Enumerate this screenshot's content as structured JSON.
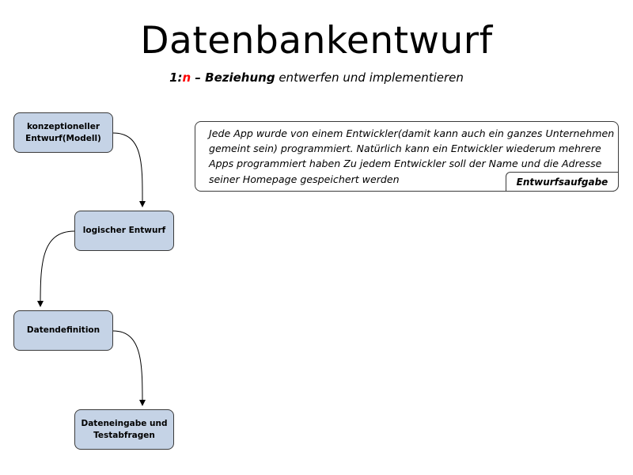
{
  "title": "Datenbankentwurf",
  "subtitle": {
    "prefix": "1:",
    "n": "n",
    "dash_term": " – Beziehung",
    "rest": " entwerfen und implementieren"
  },
  "flow": {
    "steps": [
      "konzeptioneller Entwurf(Modell)",
      "logischer Entwurf",
      "Datendefinition",
      "Dateneingabe und Testabfragen"
    ]
  },
  "task": {
    "text": "Jede App wurde von einem Entwickler(damit kann auch ein ganzes Unternehmen gemeint sein) programmiert. Natürlich kann ein Entwickler wiederum mehrere Apps programmiert haben Zu jedem Entwickler soll der Name und die Adresse seiner Homepage gespeichert werden",
    "label": "Entwurfsaufgabe"
  },
  "colors": {
    "box_fill": "#c5d3e6",
    "border": "#3b3b3b",
    "accent_red": "#ff0000"
  }
}
